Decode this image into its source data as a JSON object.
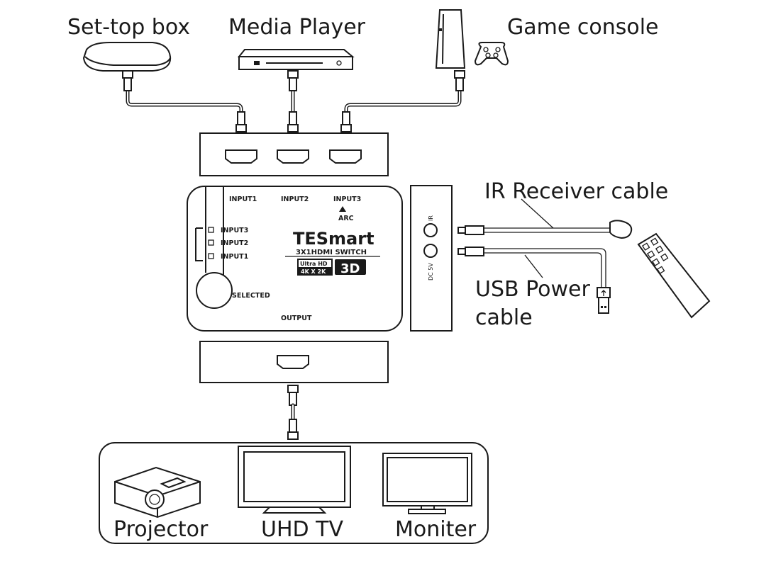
{
  "sources": {
    "settop": "Set-top box",
    "media": "Media Player",
    "game": "Game console"
  },
  "switch": {
    "input1": "INPUT1",
    "input2": "INPUT2",
    "input3": "INPUT3",
    "arc": "ARC",
    "led_input3": "INPUT3",
    "led_input2": "INPUT2",
    "led_input1": "INPUT1",
    "selected": "SELECTED",
    "output": "OUTPUT",
    "brand": "TESmart",
    "model": "3X1HDMI SWITCH",
    "ultra_hd": "Ultra HD",
    "res": "4K X 2K",
    "three_d": "3D"
  },
  "side_panel": {
    "ir": "IR",
    "dc": "DC 5V"
  },
  "cables": {
    "ir_receiver": "IR Receiver cable",
    "usb_power_line1": "USB Power",
    "usb_power_line2": "cable"
  },
  "displays": {
    "projector": "Projector",
    "uhd_tv": "UHD TV",
    "monitor": "Moniter"
  }
}
